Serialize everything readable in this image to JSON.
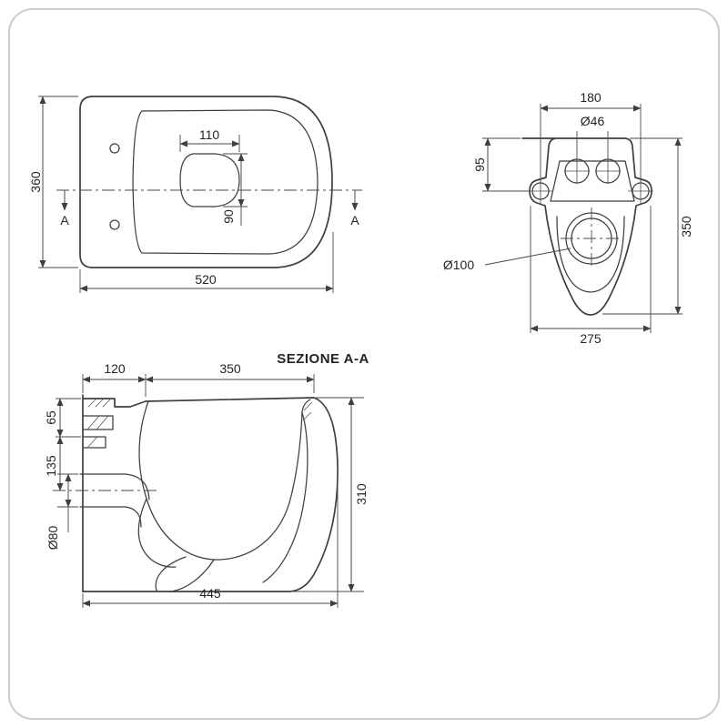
{
  "colors": {
    "line": "#3f3f3f",
    "dimension": "#4a4a4a",
    "text": "#242424",
    "border": "#cccccc"
  },
  "plan_view": {
    "overall_length": "520",
    "overall_width": "360",
    "bowl_length": "110",
    "bowl_width": "90",
    "section_marker": "A"
  },
  "rear_view": {
    "fixing_hole_spacing": "180",
    "fixing_hole_diameter": "Ø46",
    "top_to_fixing": "95",
    "overall_height": "350",
    "outlet_diameter": "Ø100",
    "body_width": "275"
  },
  "section_view": {
    "title": "SEZIONE A-A",
    "wall_section_depth": "120",
    "bowl_opening_depth": "350",
    "rim_to_fixing": "65",
    "rim_to_inlet_axis": "135",
    "inlet_diameter": "Ø80",
    "body_height": "310",
    "overall_depth": "445"
  }
}
